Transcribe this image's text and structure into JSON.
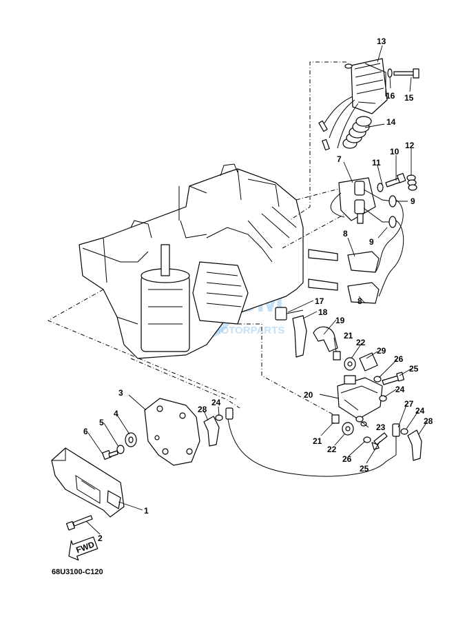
{
  "diagram_code": "68U3100-C120",
  "watermark": {
    "main": "MSM",
    "sub": "MOTORPARTS",
    "color": "#5aa9e6"
  },
  "fwd_label": "FWD",
  "callouts": {
    "c1": "1",
    "c2": "2",
    "c3": "3",
    "c4": "4",
    "c5": "5",
    "c6": "6",
    "c7": "7",
    "c8a": "8",
    "c8b": "8",
    "c9a": "9",
    "c9b": "9",
    "c10": "10",
    "c11": "11",
    "c12": "12",
    "c13": "13",
    "c14": "14",
    "c15": "15",
    "c16": "16",
    "c17": "17",
    "c18": "18",
    "c19": "19",
    "c20": "20",
    "c21a": "21",
    "c21b": "21",
    "c22a": "22",
    "c22b": "22",
    "c23": "23",
    "c24a": "24",
    "c24b": "24",
    "c24c": "24",
    "c25a": "25",
    "c25b": "25",
    "c26a": "26",
    "c26b": "26",
    "c27": "27",
    "c28a": "28",
    "c28b": "28",
    "c29": "29"
  }
}
